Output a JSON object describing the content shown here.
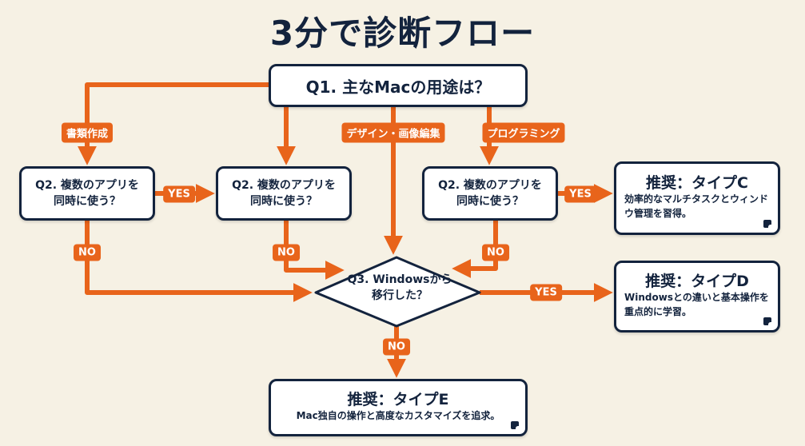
{
  "title": "3分で診断フロー",
  "colors": {
    "accent": "#e8641b",
    "ink": "#13233d",
    "background": "#f6f1e4",
    "box": "#ffffff"
  },
  "q1": {
    "label": "Q1. 主なMacの用途は？"
  },
  "branches": {
    "documents": "書類作成",
    "design": "デザイン・画像編集",
    "programming": "プログラミング"
  },
  "q2": [
    {
      "line1": "Q2. 複数のアプリを",
      "line2": "同時に使う？"
    },
    {
      "line1": "Q2. 複数のアプリを",
      "line2": "同時に使う？"
    },
    {
      "line1": "Q2. 複数のアプリを",
      "line2": "同時に使う？"
    }
  ],
  "q3": {
    "line1": "Q3. Windowsから",
    "line2": "移行した？"
  },
  "edge_labels": {
    "yes": "YES",
    "no": "NO"
  },
  "results": {
    "c": {
      "heading": "推奨：タイプC",
      "desc": "効率的なマルチタスクとウィンドウ管理を習得。",
      "icon": "note-icon"
    },
    "d": {
      "heading": "推奨：タイプD",
      "desc": "Windowsとの違いと基本操作を重点的に学習。",
      "icon": "note-icon"
    },
    "e": {
      "heading": "推奨：タイプE",
      "desc": "Mac独自の操作と高度なカスタマイズを追求。",
      "icon": "note-icon"
    }
  }
}
